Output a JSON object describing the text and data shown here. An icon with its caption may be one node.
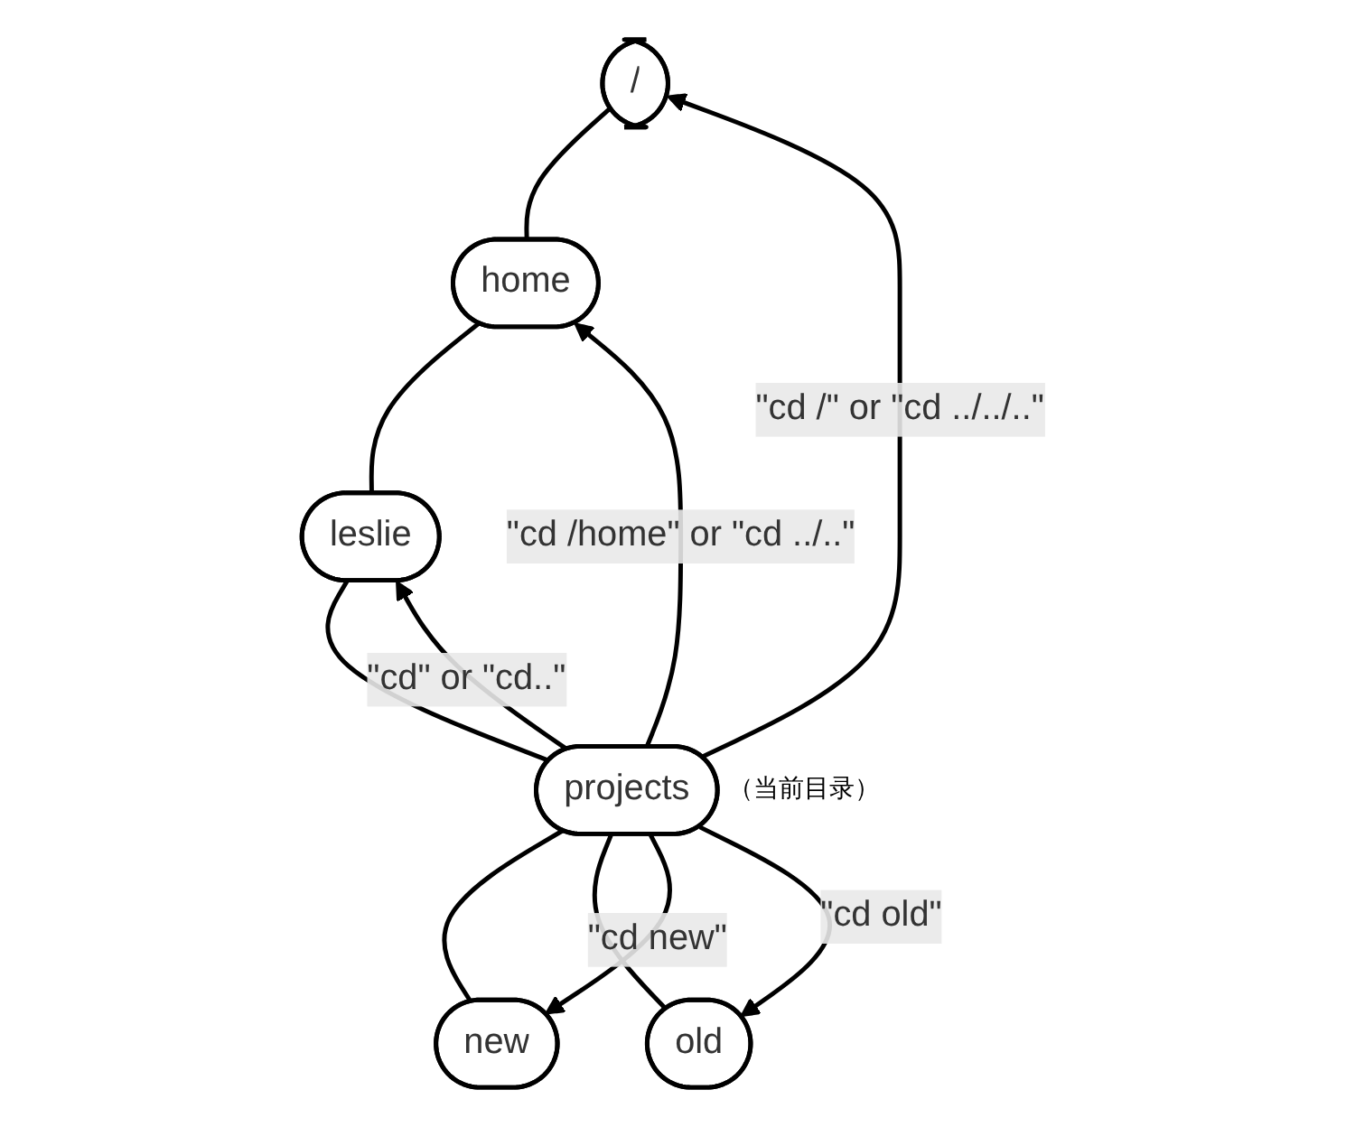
{
  "diagram": {
    "nodes": [
      {
        "text": [
          "/"
        ]
      },
      {
        "text": [
          "home"
        ]
      },
      {
        "text": [
          "leslie"
        ]
      },
      {
        "text": [
          "projects"
        ],
        "beside": [
          "（当前目录）"
        ]
      },
      {
        "text": [
          "new"
        ]
      },
      {
        "text": [
          "old"
        ]
      }
    ],
    "edges": [
      {
        "from": 0,
        "to": 1,
        "arrow": "none"
      },
      {
        "from": 1,
        "to": 2,
        "arrow": "none"
      },
      {
        "from": 2,
        "to": 3,
        "arrow": "none"
      },
      {
        "from": 3,
        "to": 4,
        "arrow": "none"
      },
      {
        "from": 3,
        "to": 5,
        "arrow": "none"
      },
      {
        "from": 3,
        "to": 0,
        "arrow": "to",
        "label": "\"cd /\" or \"cd ../../..\""
      },
      {
        "from": 3,
        "to": 1,
        "arrow": "to",
        "label": "\"cd /home\" or \"cd ../..\""
      },
      {
        "from": 3,
        "to": 2,
        "arrow": "to",
        "label": "\"cd\" or \"cd..\""
      },
      {
        "from": 3,
        "to": 4,
        "arrow": "to",
        "label": "\"cd new\""
      },
      {
        "from": 3,
        "to": 5,
        "arrow": "to",
        "label": "\"cd old\""
      }
    ]
  }
}
